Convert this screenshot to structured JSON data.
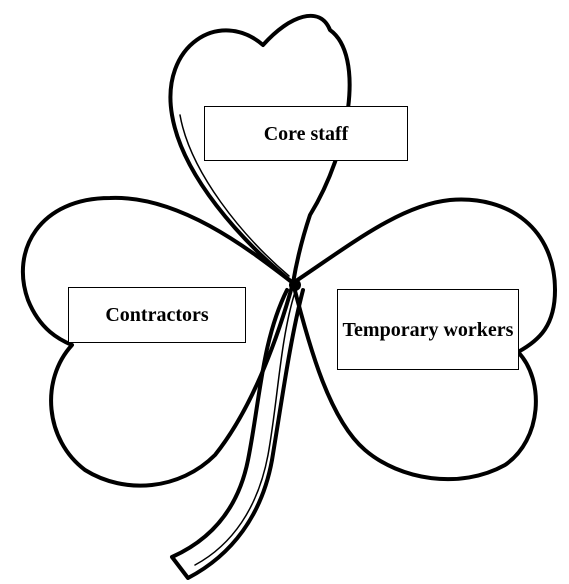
{
  "diagram": {
    "type": "shamrock-organisation",
    "outline_color": "#000000",
    "fill_color": "#ffffff",
    "leaves": [
      {
        "id": "core",
        "label": "Core staff"
      },
      {
        "id": "contractors",
        "label": "Contractors"
      },
      {
        "id": "temporary",
        "label": "Temporary workers"
      }
    ]
  }
}
